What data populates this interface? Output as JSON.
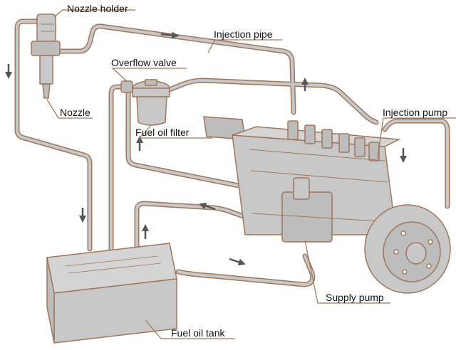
{
  "labels": {
    "nozzle_holder": "Nozzle holder",
    "injection_pipe": "Injection pipe",
    "overflow_valve": "Overflow valve",
    "injection_pump": "Injection pump",
    "nozzle": "Nozzle",
    "fuel_oil_filter": "Fuel oil filter",
    "supply_pump": "Supply pump",
    "fuel_oil_tank": "Fuel oil tank"
  },
  "colors": {
    "fill": "#c8c8c8",
    "outline": "#a0765a",
    "leader": "#a0765a",
    "background": "#ffffff"
  }
}
